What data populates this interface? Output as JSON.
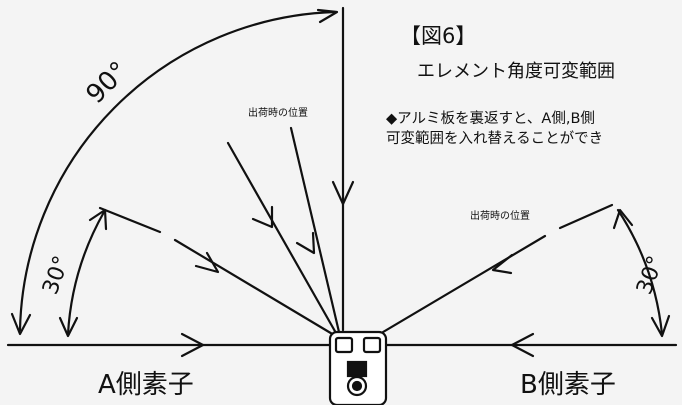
{
  "figure": {
    "fig_label": "【図6】",
    "title": "エレメント角度可変範囲",
    "note_line1": "◆アルミ板を裏返すと、A側,B側",
    "note_line2": "可変範囲を入れ替えることができ"
  },
  "labels": {
    "angle_90": "90°",
    "angle_30_left": "30°",
    "angle_30_right": "30°",
    "shipping_center": "出荷時の位置",
    "shipping_right": "出荷時の位置",
    "side_a": "A側素子",
    "side_b": "B側素子"
  },
  "colors": {
    "ink": "#111111",
    "background": "#f4f4f4"
  }
}
